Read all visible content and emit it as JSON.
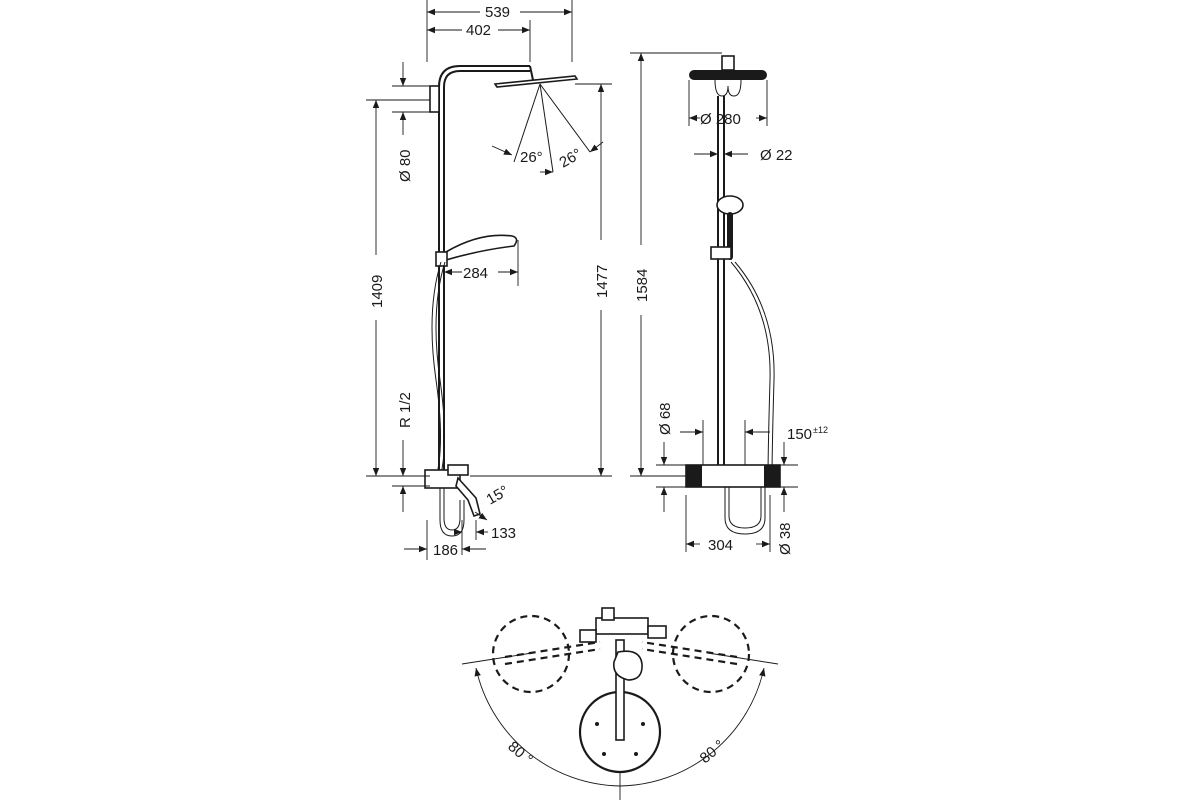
{
  "side_view": {
    "dim_width_total": "539",
    "dim_width_arm": "402",
    "dim_rail_dia": "Ø 80",
    "dim_height_rail": "1409",
    "dim_connection": "R 1/2",
    "dim_head_height": "1477",
    "dim_hand_shower": "284",
    "dim_angle_left": "26°",
    "dim_angle_right": "26°",
    "dim_spout_angle": "15°",
    "dim_spout": "133",
    "dim_wall_dist": "186"
  },
  "front_view": {
    "dim_total_height": "1584",
    "dim_head_dia": "Ø 280",
    "dim_pipe_dia": "Ø 22",
    "dim_body_dia": "Ø 68",
    "dim_center": "150",
    "dim_center_tol": "±12",
    "dim_outlet_dia": "Ø 38",
    "dim_body_width": "304"
  },
  "top_view": {
    "angle_left": "80 °",
    "angle_right": "80 °"
  }
}
